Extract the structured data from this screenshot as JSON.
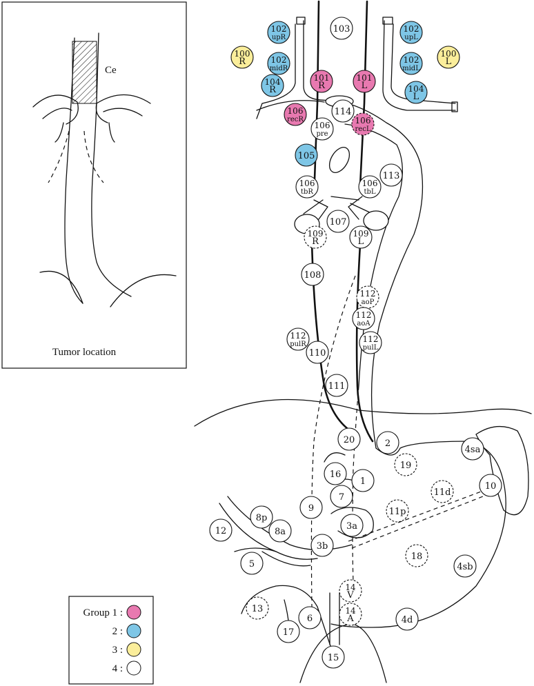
{
  "inset": {
    "caption": "Tumor location",
    "region_label": "Ce"
  },
  "legend": {
    "items": [
      {
        "label": "Group 1 :",
        "color": "#e879b0"
      },
      {
        "label": "2 :",
        "color": "#7ec6e6"
      },
      {
        "label": "3 :",
        "color": "#fbee9b"
      },
      {
        "label": "4 :",
        "color": "#ffffff"
      }
    ]
  },
  "nodes": [
    {
      "id": "n103",
      "l1": "103",
      "l2": "",
      "group": 4,
      "dashed": false
    },
    {
      "id": "n102upR",
      "l1": "102",
      "l2": "upR",
      "group": 2,
      "dashed": false
    },
    {
      "id": "n102upL",
      "l1": "102",
      "l2": "upL",
      "group": 2,
      "dashed": false
    },
    {
      "id": "n100R",
      "l1": "100",
      "l2": "R",
      "group": 3,
      "dashed": false
    },
    {
      "id": "n100L",
      "l1": "100",
      "l2": "L",
      "group": 3,
      "dashed": false
    },
    {
      "id": "n102midR",
      "l1": "102",
      "l2": "midR",
      "group": 2,
      "dashed": false
    },
    {
      "id": "n102midL",
      "l1": "102",
      "l2": "midL",
      "group": 2,
      "dashed": false
    },
    {
      "id": "n101R",
      "l1": "101",
      "l2": "R",
      "group": 1,
      "dashed": false
    },
    {
      "id": "n101L",
      "l1": "101",
      "l2": "L",
      "group": 1,
      "dashed": false
    },
    {
      "id": "n104R",
      "l1": "104",
      "l2": "R",
      "group": 2,
      "dashed": false
    },
    {
      "id": "n104L",
      "l1": "104",
      "l2": "L",
      "group": 2,
      "dashed": false
    },
    {
      "id": "n114",
      "l1": "114",
      "l2": "",
      "group": 4,
      "dashed": false
    },
    {
      "id": "n106recR",
      "l1": "106",
      "l2": "recR",
      "group": 1,
      "dashed": false
    },
    {
      "id": "n106recL",
      "l1": "106",
      "l2": "recL",
      "group": 1,
      "dashed": true
    },
    {
      "id": "n106pre",
      "l1": "106",
      "l2": "pre",
      "group": 4,
      "dashed": false
    },
    {
      "id": "n105",
      "l1": "105",
      "l2": "",
      "group": 2,
      "dashed": false
    },
    {
      "id": "n113",
      "l1": "113",
      "l2": "",
      "group": 4,
      "dashed": false
    },
    {
      "id": "n106tbR",
      "l1": "106",
      "l2": "tbR",
      "group": 4,
      "dashed": false
    },
    {
      "id": "n106tbL",
      "l1": "106",
      "l2": "tbL",
      "group": 4,
      "dashed": false
    },
    {
      "id": "n107",
      "l1": "107",
      "l2": "",
      "group": 4,
      "dashed": false
    },
    {
      "id": "n109R",
      "l1": "109",
      "l2": "R",
      "group": 4,
      "dashed": true
    },
    {
      "id": "n109L",
      "l1": "109",
      "l2": "L",
      "group": 4,
      "dashed": false
    },
    {
      "id": "n108",
      "l1": "108",
      "l2": "",
      "group": 4,
      "dashed": false
    },
    {
      "id": "n112aoP",
      "l1": "112",
      "l2": "aoP",
      "group": 4,
      "dashed": true
    },
    {
      "id": "n112aoA",
      "l1": "112",
      "l2": "aoA",
      "group": 4,
      "dashed": false
    },
    {
      "id": "n112pulR",
      "l1": "112",
      "l2": "pulR",
      "group": 4,
      "dashed": false
    },
    {
      "id": "n112pulL",
      "l1": "112",
      "l2": "pulL",
      "group": 4,
      "dashed": false
    },
    {
      "id": "n110",
      "l1": "110",
      "l2": "",
      "group": 4,
      "dashed": false
    },
    {
      "id": "n111",
      "l1": "111",
      "l2": "",
      "group": 4,
      "dashed": false
    },
    {
      "id": "n20",
      "l1": "20",
      "l2": "",
      "group": 4,
      "dashed": false
    },
    {
      "id": "n2",
      "l1": "2",
      "l2": "",
      "group": 4,
      "dashed": false
    },
    {
      "id": "n4sa",
      "l1": "4sa",
      "l2": "",
      "group": 4,
      "dashed": false
    },
    {
      "id": "n19",
      "l1": "19",
      "l2": "",
      "group": 4,
      "dashed": true
    },
    {
      "id": "n16",
      "l1": "16",
      "l2": "",
      "group": 4,
      "dashed": false
    },
    {
      "id": "n1",
      "l1": "1",
      "l2": "",
      "group": 4,
      "dashed": false
    },
    {
      "id": "n10",
      "l1": "10",
      "l2": "",
      "group": 4,
      "dashed": false
    },
    {
      "id": "n11d",
      "l1": "11d",
      "l2": "",
      "group": 4,
      "dashed": true
    },
    {
      "id": "n7",
      "l1": "7",
      "l2": "",
      "group": 4,
      "dashed": false
    },
    {
      "id": "n9",
      "l1": "9",
      "l2": "",
      "group": 4,
      "dashed": false
    },
    {
      "id": "n11p",
      "l1": "11p",
      "l2": "",
      "group": 4,
      "dashed": true
    },
    {
      "id": "n8p",
      "l1": "8p",
      "l2": "",
      "group": 4,
      "dashed": false
    },
    {
      "id": "n3a",
      "l1": "3a",
      "l2": "",
      "group": 4,
      "dashed": false
    },
    {
      "id": "n12",
      "l1": "12",
      "l2": "",
      "group": 4,
      "dashed": false
    },
    {
      "id": "n8a",
      "l1": "8a",
      "l2": "",
      "group": 4,
      "dashed": false
    },
    {
      "id": "n3b",
      "l1": "3b",
      "l2": "",
      "group": 4,
      "dashed": false
    },
    {
      "id": "n18",
      "l1": "18",
      "l2": "",
      "group": 4,
      "dashed": true
    },
    {
      "id": "n5",
      "l1": "5",
      "l2": "",
      "group": 4,
      "dashed": false
    },
    {
      "id": "n4sb",
      "l1": "4sb",
      "l2": "",
      "group": 4,
      "dashed": false
    },
    {
      "id": "n14V",
      "l1": "14",
      "l2": "V",
      "group": 4,
      "dashed": true
    },
    {
      "id": "n13",
      "l1": "13",
      "l2": "",
      "group": 4,
      "dashed": true
    },
    {
      "id": "n14A",
      "l1": "14",
      "l2": "A",
      "group": 4,
      "dashed": true
    },
    {
      "id": "n6",
      "l1": "6",
      "l2": "",
      "group": 4,
      "dashed": false
    },
    {
      "id": "n4d",
      "l1": "4d",
      "l2": "",
      "group": 4,
      "dashed": false
    },
    {
      "id": "n17",
      "l1": "17",
      "l2": "",
      "group": 4,
      "dashed": false
    },
    {
      "id": "n15",
      "l1": "15",
      "l2": "",
      "group": 4,
      "dashed": false
    }
  ]
}
